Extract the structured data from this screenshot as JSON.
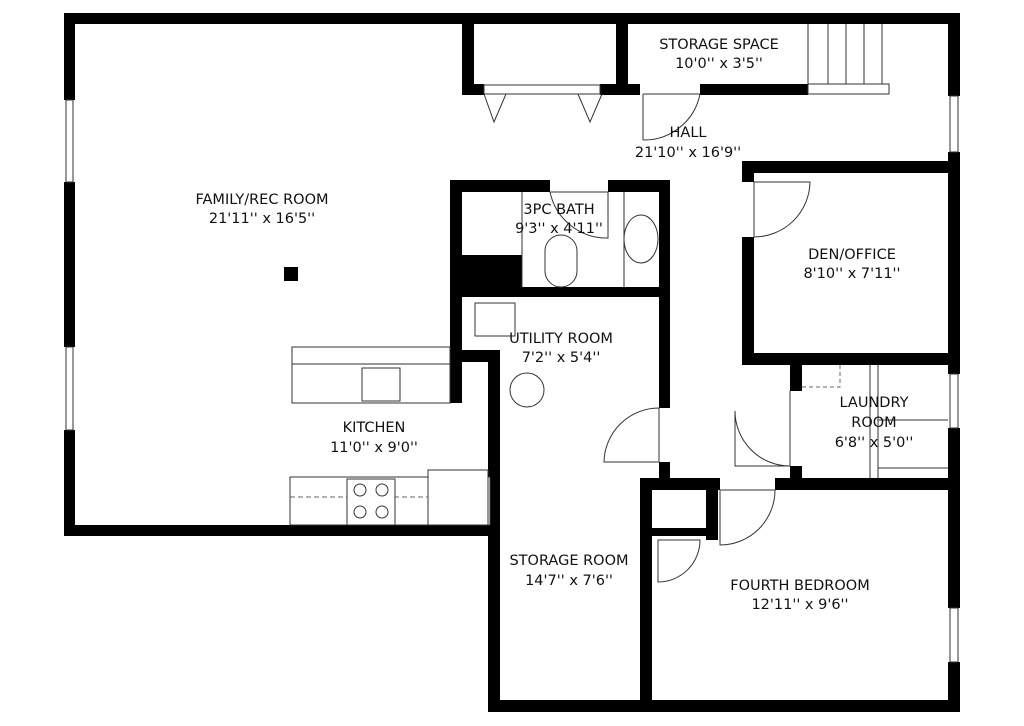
{
  "rooms": {
    "family": {
      "name": "FAMILY/REC ROOM",
      "size": "21'11'' x 16'5''"
    },
    "storage_space": {
      "name": "STORAGE SPACE",
      "size": "10'0'' x 3'5''"
    },
    "hall": {
      "name": "HALL",
      "size": "21'10'' x 16'9''"
    },
    "bath": {
      "name": "3PC BATH",
      "size": "9'3'' x 4'11''"
    },
    "den": {
      "name": "DEN/OFFICE",
      "size": "8'10'' x 7'11''"
    },
    "utility": {
      "name": "UTILITY ROOM",
      "size": "7'2'' x 5'4''"
    },
    "kitchen": {
      "name": "KITCHEN",
      "size": "11'0'' x 9'0''"
    },
    "laundry": {
      "name": "LAUNDRY",
      "name2": "ROOM",
      "size": "6'8'' x 5'0''"
    },
    "storage_room": {
      "name": "STORAGE ROOM",
      "size": "14'7'' x 7'6''"
    },
    "bedroom": {
      "name": "FOURTH BEDROOM",
      "size": "12'11'' x 9'6''"
    }
  },
  "colors": {
    "wall": "#000000",
    "background": "#ffffff"
  }
}
